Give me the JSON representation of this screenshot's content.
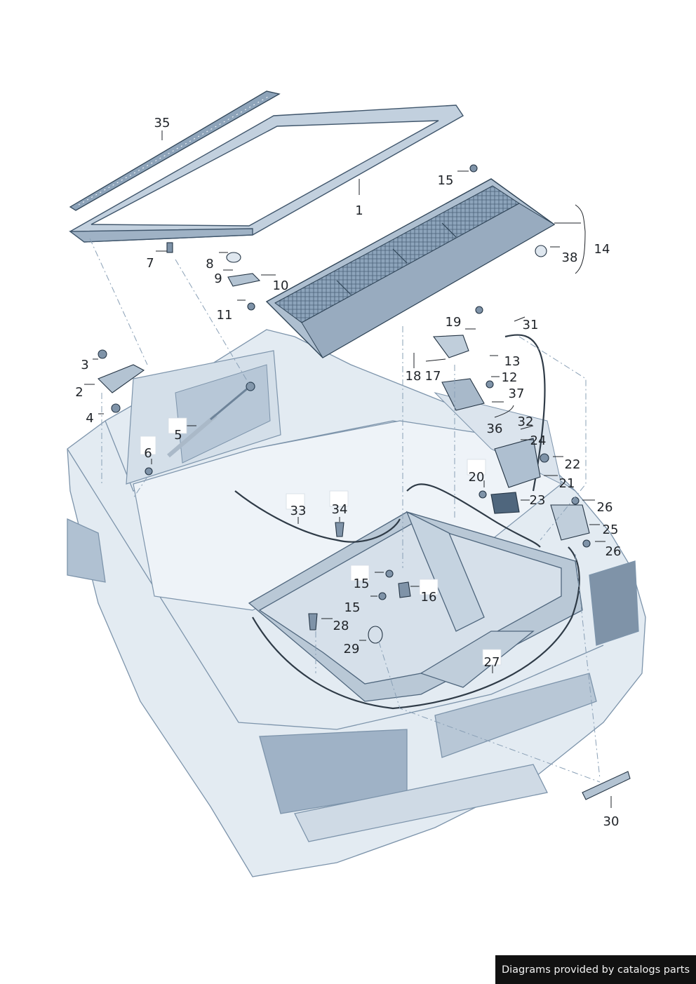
{
  "callouts": [
    {
      "id": "c35",
      "label": "35"
    },
    {
      "id": "c1",
      "label": "1"
    },
    {
      "id": "c15a",
      "label": "15"
    },
    {
      "id": "c14",
      "label": "14"
    },
    {
      "id": "c38",
      "label": "38"
    },
    {
      "id": "c7",
      "label": "7"
    },
    {
      "id": "c8",
      "label": "8"
    },
    {
      "id": "c9",
      "label": "9"
    },
    {
      "id": "c10",
      "label": "10"
    },
    {
      "id": "c11",
      "label": "11"
    },
    {
      "id": "c19",
      "label": "19"
    },
    {
      "id": "c31",
      "label": "31"
    },
    {
      "id": "c3",
      "label": "3"
    },
    {
      "id": "c13",
      "label": "13"
    },
    {
      "id": "c18",
      "label": "18"
    },
    {
      "id": "c17",
      "label": "17"
    },
    {
      "id": "c12",
      "label": "12"
    },
    {
      "id": "c2",
      "label": "2"
    },
    {
      "id": "c37",
      "label": "37"
    },
    {
      "id": "c4",
      "label": "4"
    },
    {
      "id": "c36",
      "label": "36"
    },
    {
      "id": "c32",
      "label": "32"
    },
    {
      "id": "c5",
      "label": "5"
    },
    {
      "id": "c24",
      "label": "24"
    },
    {
      "id": "c6",
      "label": "6"
    },
    {
      "id": "c22",
      "label": "22"
    },
    {
      "id": "c20",
      "label": "20"
    },
    {
      "id": "c21",
      "label": "21"
    },
    {
      "id": "c23",
      "label": "23"
    },
    {
      "id": "c33",
      "label": "33"
    },
    {
      "id": "c34",
      "label": "34"
    },
    {
      "id": "c26a",
      "label": "26"
    },
    {
      "id": "c25",
      "label": "25"
    },
    {
      "id": "c26b",
      "label": "26"
    },
    {
      "id": "c15b",
      "label": "15"
    },
    {
      "id": "c16",
      "label": "16"
    },
    {
      "id": "c15c",
      "label": "15"
    },
    {
      "id": "c28",
      "label": "28"
    },
    {
      "id": "c29",
      "label": "29"
    },
    {
      "id": "c27",
      "label": "27"
    },
    {
      "id": "c30",
      "label": "30"
    }
  ],
  "footer": {
    "text": "Diagrams provided by catalogs parts"
  }
}
